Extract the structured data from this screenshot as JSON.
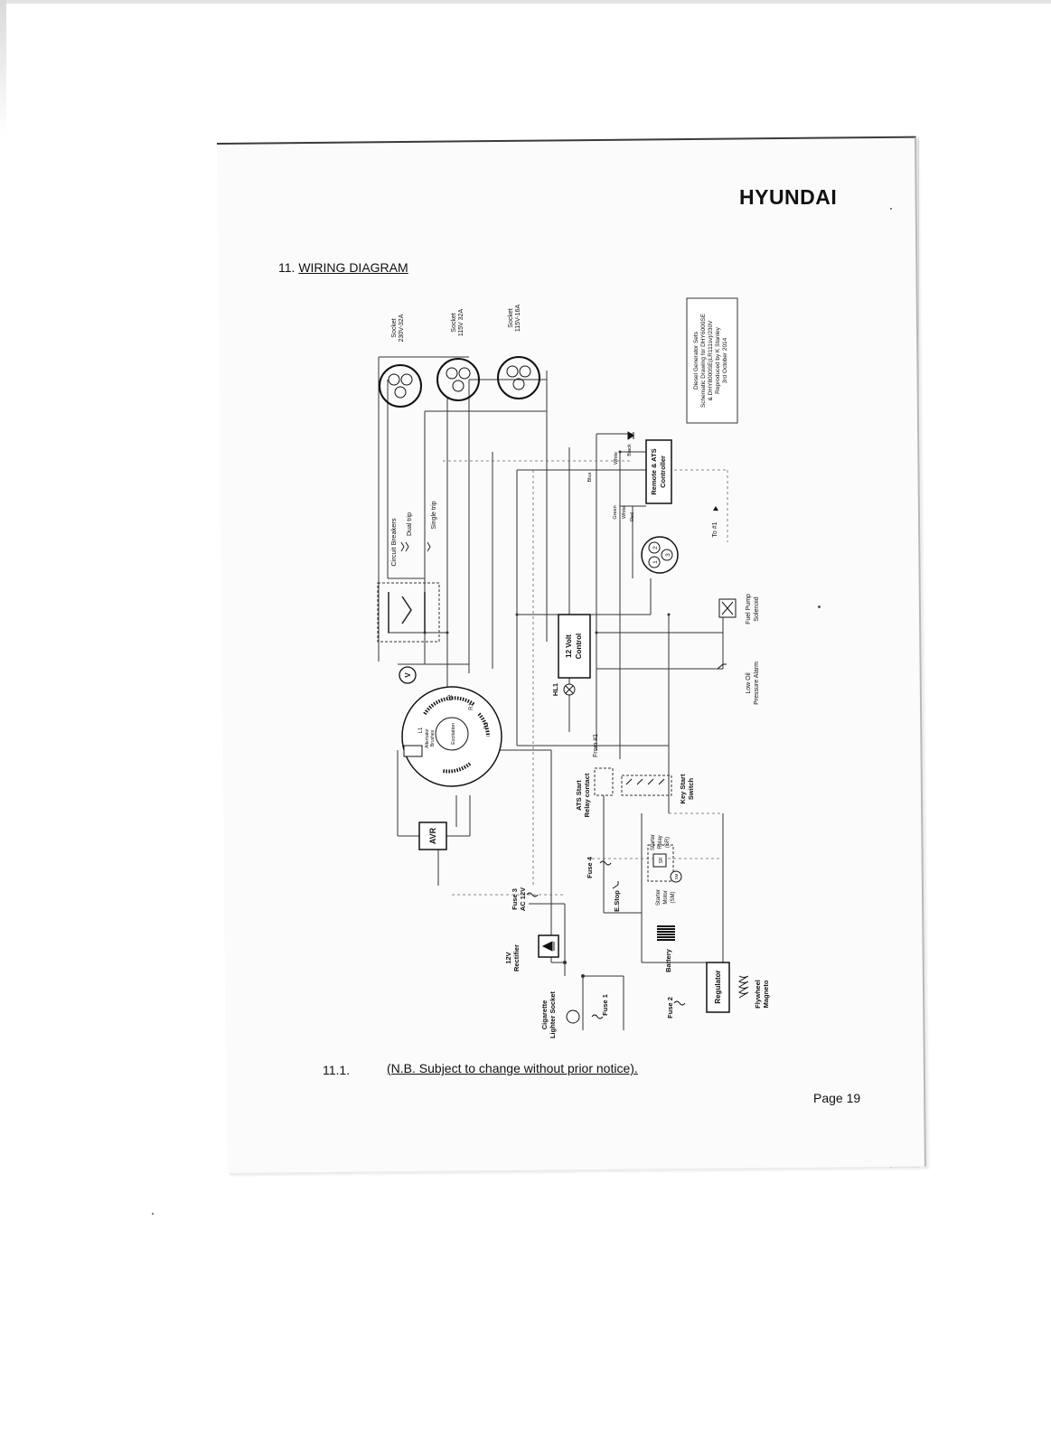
{
  "header": {
    "brand": "HYUNDAI"
  },
  "section": {
    "number": "11.",
    "title": "WIRING DIAGRAM"
  },
  "diagram": {
    "title_block": {
      "line1": "Diesel Generator Sets",
      "line2": "Schematic Drawing for DHY6000SE",
      "line3": "& DHY8000SE(LR111sv)/230V",
      "line4": "Reproduced by K Stanley",
      "line5": "3rd October 2014"
    },
    "sockets": [
      {
        "label1": "Socket",
        "label2": "230V-32A"
      },
      {
        "label1": "Socket",
        "label2": "115V 32A"
      },
      {
        "label1": "Socket",
        "label2": "115V-16A"
      }
    ],
    "circuit_breakers": "Circuit Breakers",
    "dual_trip": "Dual trip",
    "single_trip": "Single trip",
    "remote_ats": {
      "line1": "Remote & ATS",
      "line2": "Controller"
    },
    "wire_black": "Black",
    "wire_white_top": "White",
    "wire_blue": "Blue",
    "wire_green": "Green",
    "wire_white": "White",
    "wire_red": "Red",
    "to1": "To #1",
    "connector_pins": [
      "1",
      "2",
      "3"
    ],
    "fuel_pump": {
      "line1": "Fuel Pump",
      "line2": "Solenoid"
    },
    "control12v": {
      "line1": "12 Volt",
      "line2": "Control"
    },
    "hl1": "HL1",
    "low_oil": {
      "line1": "Low Oil",
      "line2": "Pressure Alarm"
    },
    "voltmeter": "V",
    "alternator": {
      "brushes1": "Alternator",
      "brushes2": "Brushes",
      "excitation": "Excitation",
      "l1": "L1",
      "l2": "L2",
      "r1": "R1",
      "r2": "R2"
    },
    "from1": "From #1",
    "ats_relay": {
      "line1": "ATS Start",
      "line2": "Relay contact"
    },
    "key_switch": {
      "line1": "Key Start",
      "line2": "Switch"
    },
    "starter_relay": {
      "line1": "Starter",
      "line2": "Relay",
      "line3": "(SR)",
      "code": "SR"
    },
    "starter_motor": {
      "line1": "Starter",
      "line2": "Motor",
      "line3": "(SM)",
      "code": "SM"
    },
    "avr": "AVR",
    "fuse3": {
      "line1": "Fuse 3",
      "line2": "AC 12V"
    },
    "fuse4": "Fuse 4",
    "estop": "E.Stop",
    "rectifier": {
      "line1": "12V",
      "line2": "Rectifier"
    },
    "battery": "Battery",
    "cig": {
      "line1": "Cigarette",
      "line2": "Lighter Socket"
    },
    "fuse1": "Fuse 1",
    "fuse2": "Fuse 2",
    "regulator": "Regulator",
    "flywheel": {
      "line1": "Flywheel",
      "line2": "Magneto"
    }
  },
  "note": {
    "number": "11.1.",
    "text": "(N.B. Subject to change without prior notice)."
  },
  "footer": {
    "page": "Page 19"
  }
}
